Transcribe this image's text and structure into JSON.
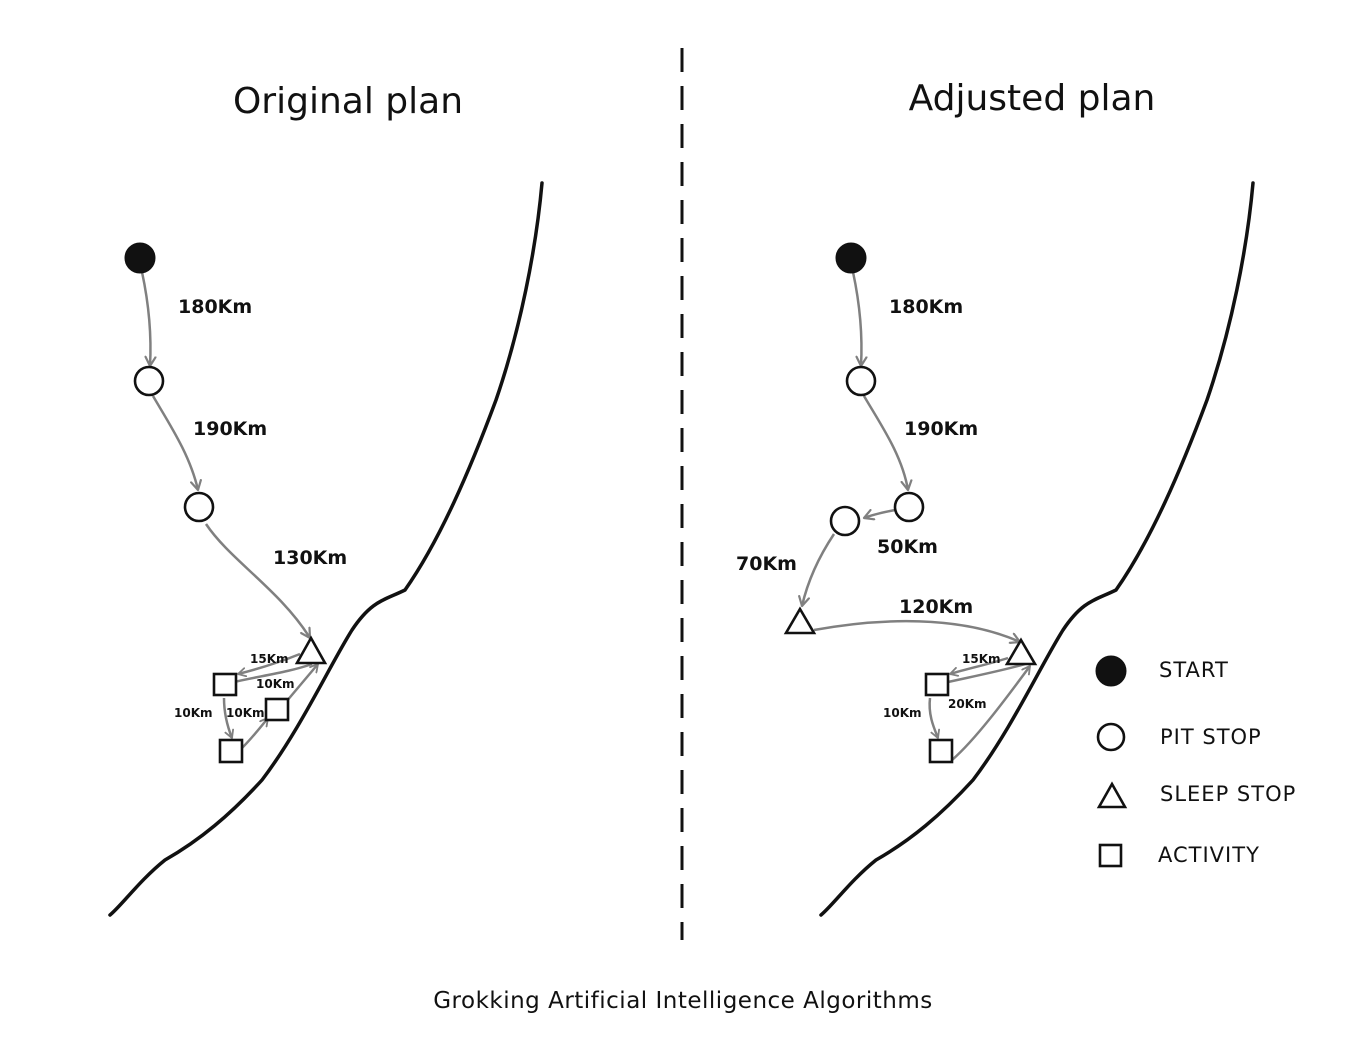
{
  "titles": {
    "left": "Original plan",
    "right": "Adjusted plan"
  },
  "original_plan": {
    "distances": {
      "start_to_pit1": "180Km",
      "pit1_to_pit2": "190Km",
      "pit2_to_sleep": "130Km",
      "sleep_to_activity1": "15Km",
      "activity1_to_activity2": "10Km",
      "activity2_to_activity3": "10Km",
      "activity3_to_sleep": "10Km"
    }
  },
  "adjusted_plan": {
    "distances": {
      "start_to_pit1": "180Km",
      "pit1_to_pit2": "190Km",
      "pit2_to_pit3": "50Km",
      "pit3_to_sleep1": "70Km",
      "sleep1_to_sleep2": "120Km",
      "sleep2_to_activity1": "15Km",
      "activity1_to_activity2": "10Km",
      "activity2_to_sleep2": "20Km"
    }
  },
  "legend": {
    "start": "START",
    "pit_stop": "PIT STOP",
    "sleep_stop": "SLEEP STOP",
    "activity": "ACTIVITY"
  },
  "footer": "Grokking Artificial Intelligence Algorithms",
  "colors": {
    "ink": "#111111",
    "route": "#808080",
    "background": "#ffffff"
  }
}
